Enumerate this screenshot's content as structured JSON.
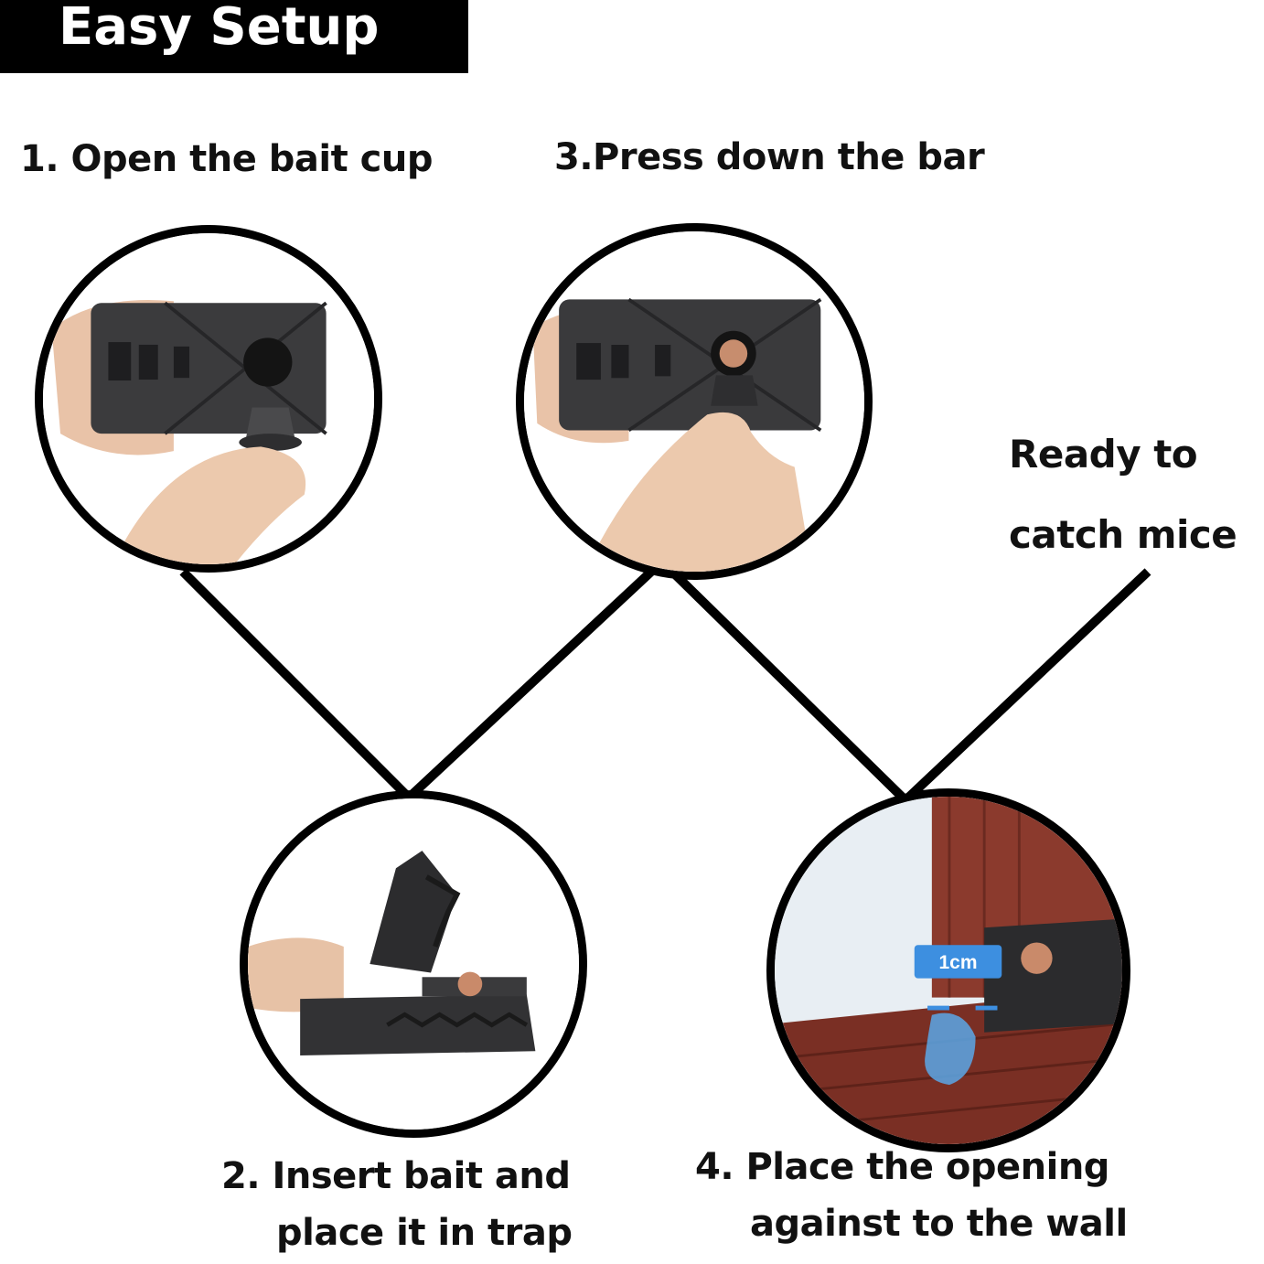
{
  "header": {
    "title": "Easy Setup"
  },
  "steps": [
    {
      "label": "1. Open the bait cup"
    },
    {
      "label": "3.Press down the bar"
    },
    {
      "line1": "2. Insert bait and",
      "line2": "place it  in trap"
    },
    {
      "line1": "4. Place the opening",
      "line2": "against to the wall"
    }
  ],
  "ready": {
    "line1": "Ready to",
    "line2": "catch  mice"
  },
  "photo4": {
    "measure_label": "1cm"
  },
  "colors": {
    "title_bg": "#000000",
    "title_text": "#ffffff",
    "text": "#111111",
    "outline": "#000000",
    "measure_badge": "#3d8fe0"
  }
}
